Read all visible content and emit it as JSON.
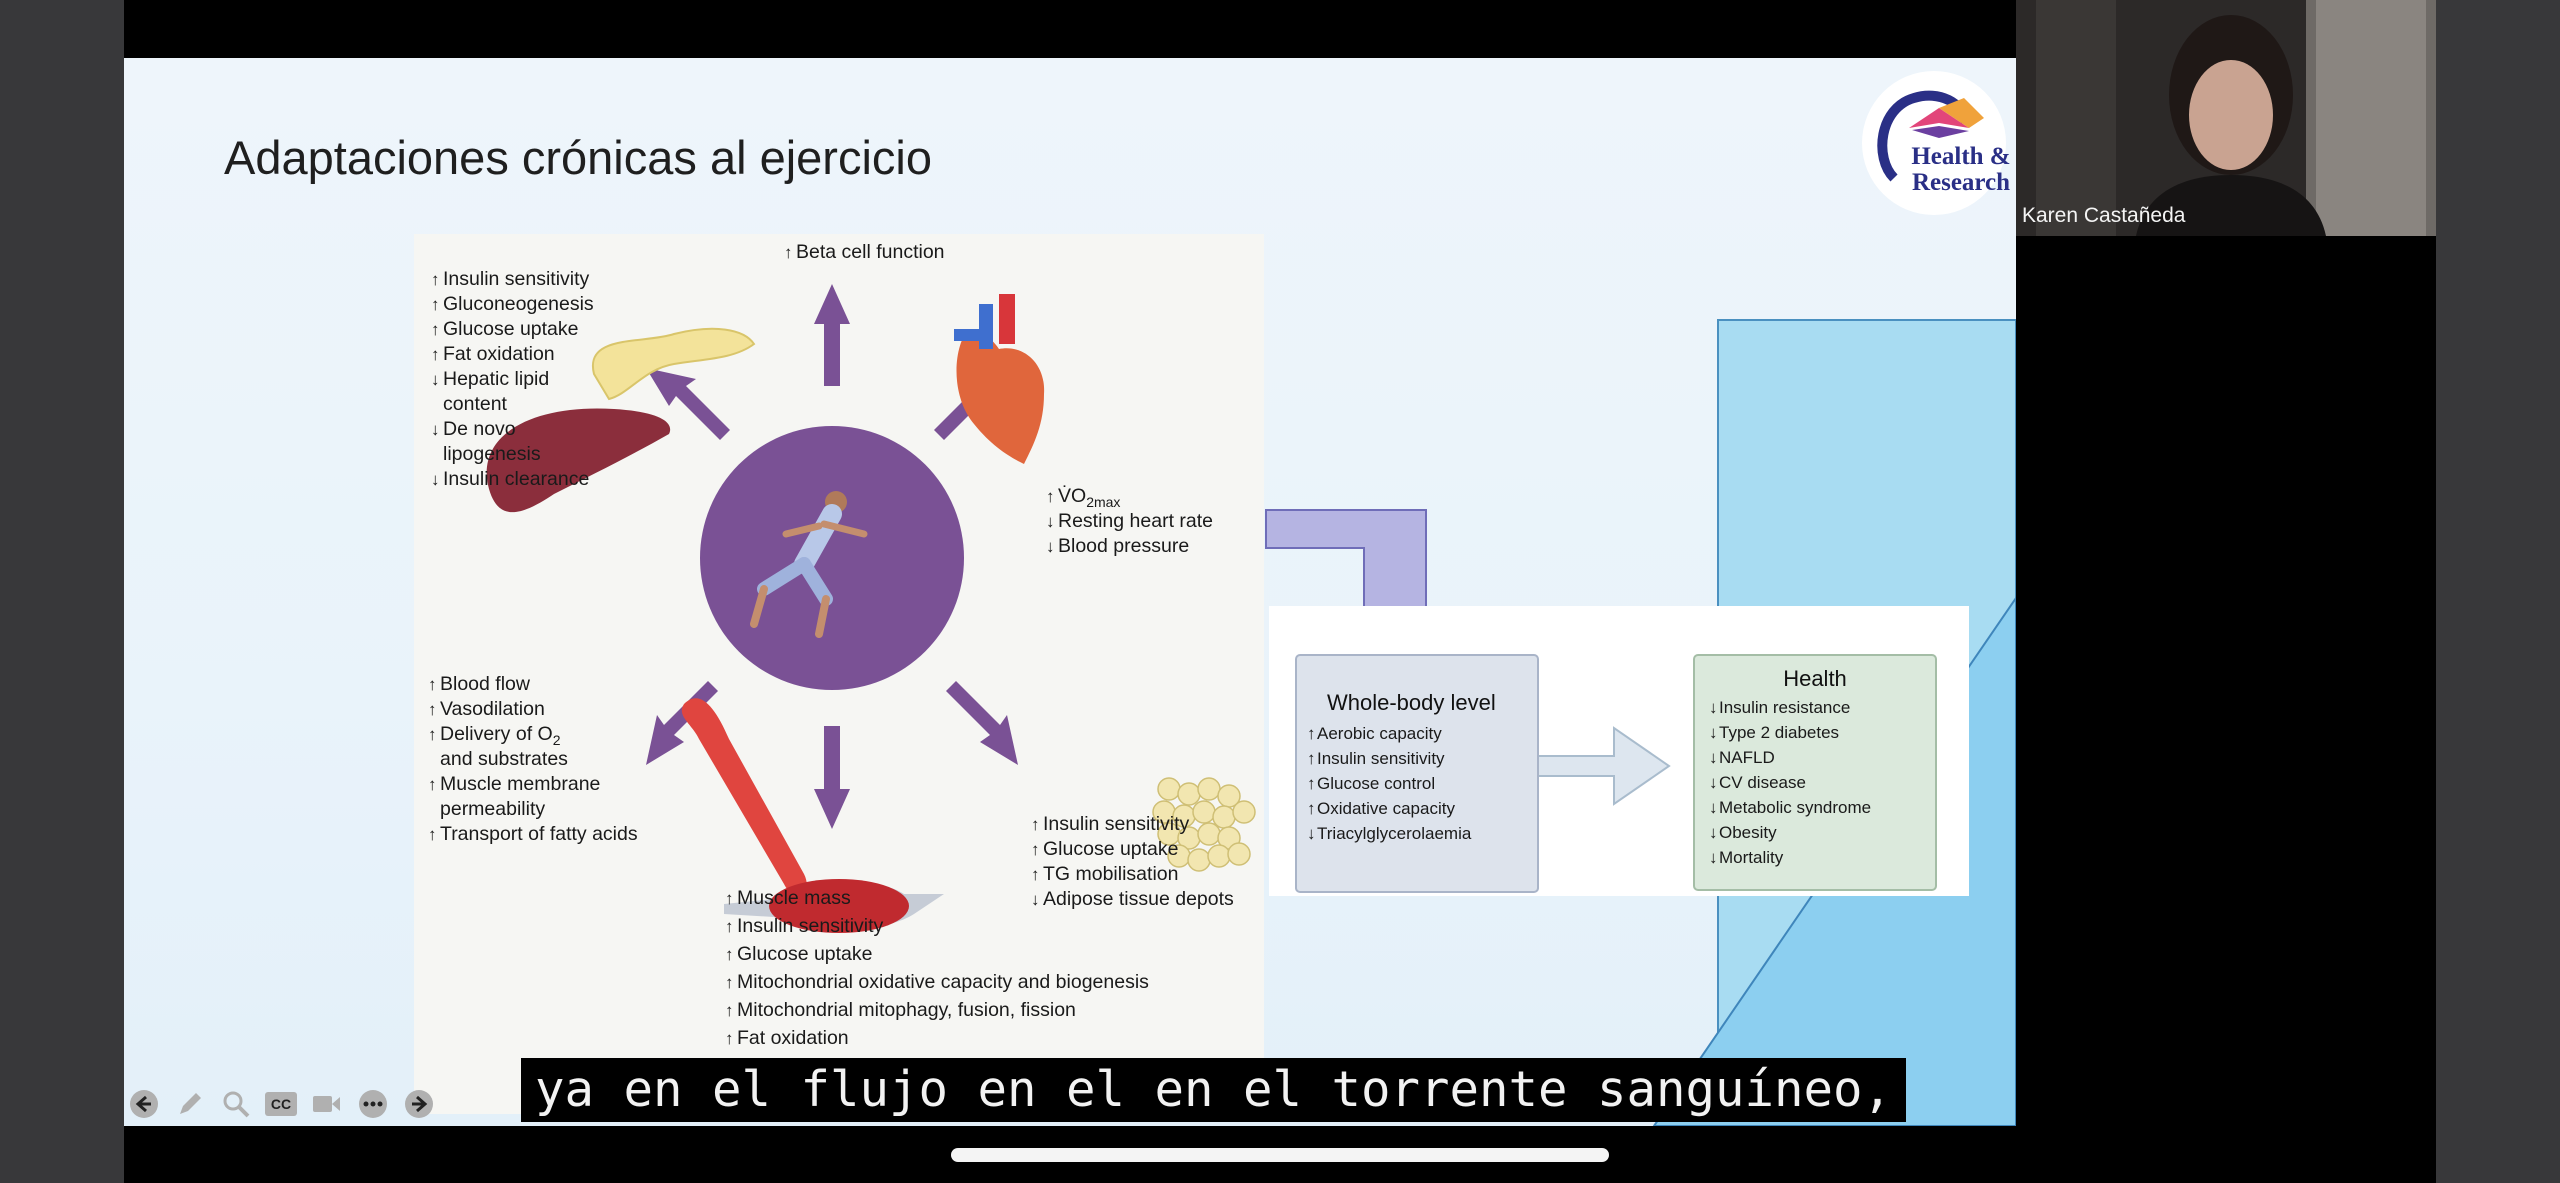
{
  "slide": {
    "title": "Adaptaciones crónicas al ejercicio",
    "logo_text": [
      "Health &",
      "Research"
    ]
  },
  "figure": {
    "liver_effects": [
      {
        "arrow": "↑",
        "text": "Insulin sensitivity"
      },
      {
        "arrow": "↑",
        "text": "Gluconeogenesis"
      },
      {
        "arrow": "↑",
        "text": "Glucose uptake"
      },
      {
        "arrow": "↑",
        "text": "Fat oxidation"
      },
      {
        "arrow": "↓",
        "text": "Hepatic lipid"
      },
      {
        "arrow": "",
        "text": "content"
      },
      {
        "arrow": "↓",
        "text": "De novo"
      },
      {
        "arrow": "",
        "text": "lipogenesis"
      },
      {
        "arrow": "↓",
        "text": "Insulin clearance"
      }
    ],
    "pancreas_effect": {
      "arrow": "↑",
      "text": "Beta cell function"
    },
    "heart_effects": [
      {
        "arrow": "↑",
        "text": "V̇O",
        "sub": "2max"
      },
      {
        "arrow": "↓",
        "text": "Resting heart rate"
      },
      {
        "arrow": "↓",
        "text": "Blood pressure"
      }
    ],
    "vessel_effects": [
      {
        "arrow": "↑",
        "text": "Blood flow"
      },
      {
        "arrow": "↑",
        "text": "Vasodilation"
      },
      {
        "arrow": "↑",
        "text": "Delivery of O",
        "sub": "2"
      },
      {
        "arrow": "",
        "text": "and substrates"
      },
      {
        "arrow": "↑",
        "text": "Muscle membrane"
      },
      {
        "arrow": "",
        "text": "permeability"
      },
      {
        "arrow": "↑",
        "text": "Transport of fatty acids"
      }
    ],
    "adipose_effects": [
      {
        "arrow": "↑",
        "text": "Insulin sensitivity"
      },
      {
        "arrow": "↑",
        "text": "Glucose uptake"
      },
      {
        "arrow": "↑",
        "text": "TG mobilisation"
      },
      {
        "arrow": "↓",
        "text": "Adipose tissue depots"
      }
    ],
    "muscle_effects": [
      {
        "arrow": "↑",
        "text": "Muscle mass"
      },
      {
        "arrow": "↑",
        "text": "Insulin sensitivity"
      },
      {
        "arrow": "↑",
        "text": "Glucose uptake"
      },
      {
        "arrow": "↑",
        "text": "Mitochondrial oxidative capacity and biogenesis"
      },
      {
        "arrow": "↑",
        "text": "Mitochondrial mitophagy, fusion, fission"
      },
      {
        "arrow": "↑",
        "text": "Fat oxidation"
      }
    ]
  },
  "flow": {
    "whole_body": {
      "title": "Whole-body level",
      "items": [
        {
          "arrow": "↑",
          "text": "Aerobic capacity"
        },
        {
          "arrow": "↑",
          "text": "Insulin sensitivity"
        },
        {
          "arrow": "↑",
          "text": "Glucose control"
        },
        {
          "arrow": "↑",
          "text": "Oxidative capacity"
        },
        {
          "arrow": "↓",
          "text": "Triacylglycerolaemia"
        }
      ]
    },
    "health": {
      "title": "Health",
      "items": [
        {
          "arrow": "↓",
          "text": "Insulin resistance"
        },
        {
          "arrow": "↓",
          "text": "Type 2 diabetes"
        },
        {
          "arrow": "↓",
          "text": "NAFLD"
        },
        {
          "arrow": "↓",
          "text": "CV disease"
        },
        {
          "arrow": "↓",
          "text": "Metabolic syndrome"
        },
        {
          "arrow": "↓",
          "text": "Obesity"
        },
        {
          "arrow": "↓",
          "text": "Mortality"
        }
      ]
    }
  },
  "caption": "ya en el flujo en el en el torrente sanguíneo,",
  "video": {
    "participant_name": "Karen Castañeda"
  },
  "toolbar": {
    "icons": [
      "back-icon",
      "pen-icon",
      "zoom-icon",
      "cc-icon",
      "camera-icon",
      "more-icon",
      "forward-icon"
    ],
    "cc_label": "CC"
  },
  "colors": {
    "hub_purple": "#7a5195",
    "slide_bg": "#eaf3fa",
    "caption_bg": "#000000",
    "accent_blue": "#a8dcf2"
  }
}
